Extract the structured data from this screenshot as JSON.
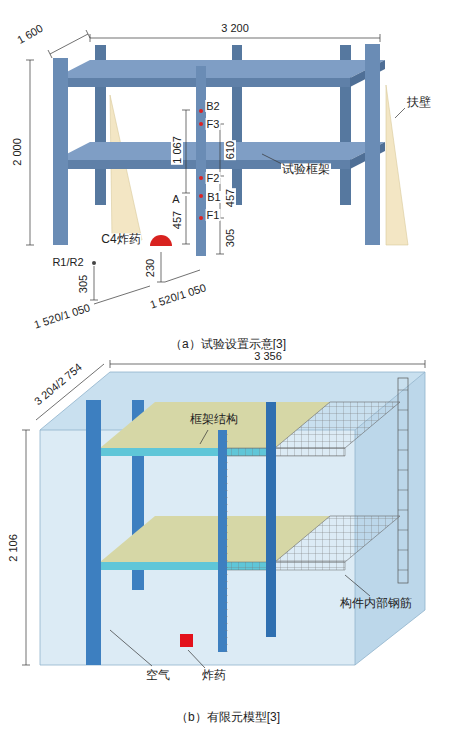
{
  "diagram": {
    "labels": [
      "1 600",
      "3 200",
      "2 000",
      "B2",
      "F3",
      "1 067",
      "610",
      "试验框架",
      "扶壁",
      "F2",
      "A",
      "B1",
      "457",
      "F1",
      "457",
      "305",
      "C4炸药",
      "230",
      "R1/R2",
      "305",
      "1 520/1 050",
      "1 520/1 050",
      "（a）试验设置示意[3]",
      "3 356",
      "3 204/2 754",
      "2 106",
      "框架结构",
      "构件内部钢筋",
      "空气",
      "炸药",
      "（b）有限元模型[3]"
    ]
  }
}
